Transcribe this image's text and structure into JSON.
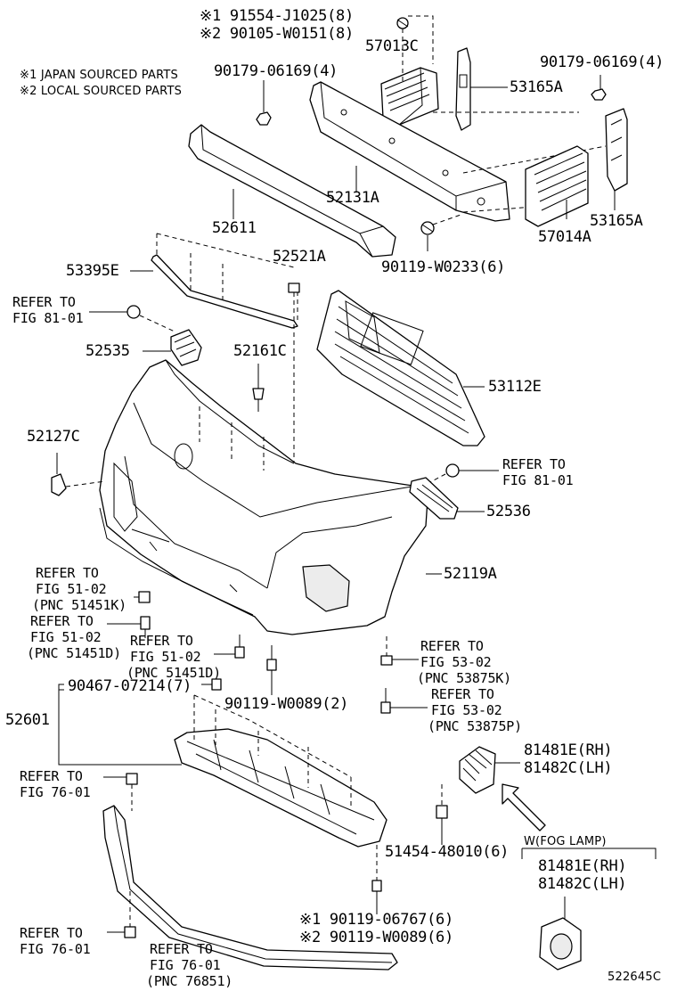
{
  "notes": {
    "japan": "※1 JAPAN SOURCED PARTS",
    "local": "※2 LOCAL SOURCED PARTS"
  },
  "labels": {
    "p91554": "※1 91554-J1025(8)",
    "p90105": "※2 90105-W0151(8)",
    "p57013c": "57013C",
    "p90179_left": "90179-06169(4)",
    "p90179_right": "90179-06169(4)",
    "p53165a_top": "53165A",
    "p52131a": "52131A",
    "p52611": "52611",
    "p53165a_bottom": "53165A",
    "p57014a": "57014A",
    "p90119_w0233": "90119-W0233(6)",
    "p52521a": "52521A",
    "p53395e": "53395E",
    "ref_fig81_left_1": "REFER TO",
    "ref_fig81_left_2": "FIG 81-01",
    "p52535": "52535",
    "p52161c": "52161C",
    "p53112e": "53112E",
    "p52127c": "52127C",
    "ref_fig81_right_1": "REFER TO",
    "ref_fig81_right_2": "FIG 81-01",
    "p52536": "52536",
    "p52119a": "52119A",
    "ref_51451k_1": "REFER TO",
    "ref_51451k_2": "FIG 51-02",
    "ref_51451k_3": "(PNC 51451K)",
    "ref_51451d_a_1": "REFER TO",
    "ref_51451d_a_2": "FIG 51-02",
    "ref_51451d_a_3": "(PNC 51451D)",
    "ref_51451d_b_1": "REFER TO",
    "ref_51451d_b_2": "FIG 51-02",
    "ref_51451d_b_3": "(PNC 51451D)",
    "ref_53875k_1": "REFER TO",
    "ref_53875k_2": "FIG 53-02",
    "ref_53875k_3": "(PNC 53875K)",
    "ref_53875p_1": "REFER TO",
    "ref_53875p_2": "FIG 53-02",
    "ref_53875p_3": "(PNC 53875P)",
    "p90467": "90467-07214(7)",
    "p52601": "52601",
    "p90119_w0089_2": "90119-W0089(2)",
    "p81481e_rh": "81481E(RH)",
    "p81482c_lh": "81482C(LH)",
    "ref_fig76_a_1": "REFER TO",
    "ref_fig76_a_2": "FIG 76-01",
    "fog_lamp": "W(FOG LAMP)",
    "p81481e_rh_2": "81481E(RH)",
    "p81482c_lh_2": "81482C(LH)",
    "p51454": "51454-48010(6)",
    "p90119_06767": "※1 90119-06767(6)",
    "p90119_w0089_6": "※2 90119-W0089(6)",
    "ref_fig76_b_1": "REFER TO",
    "ref_fig76_b_2": "FIG 76-01",
    "ref_fig76_c_1": "REFER TO",
    "ref_fig76_c_2": "FIG 76-01",
    "ref_fig76_c_3": "(PNC 76851)",
    "diagram_id": "522645C"
  }
}
